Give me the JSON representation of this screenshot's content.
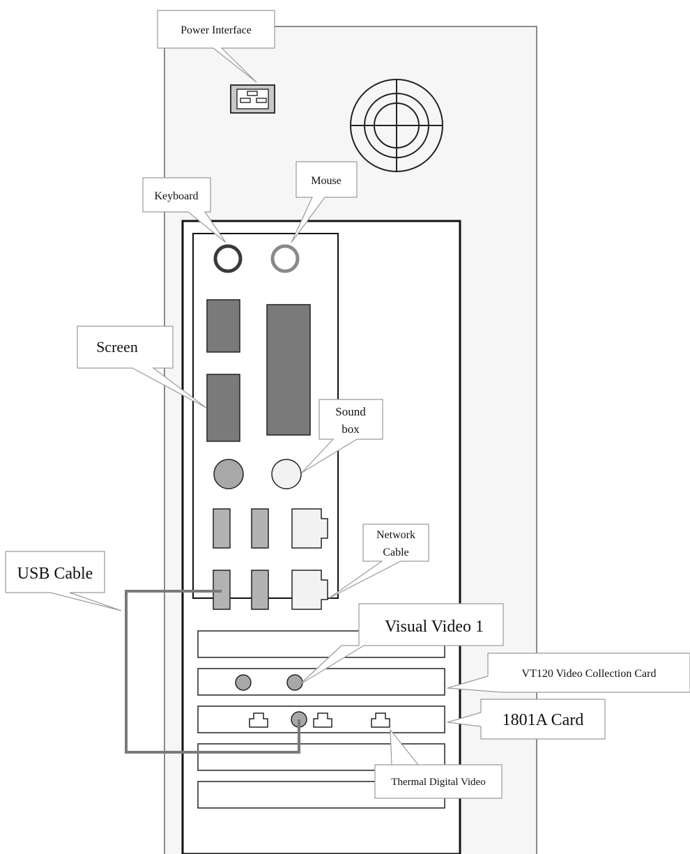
{
  "labels": {
    "power_interface": "Power Interface",
    "keyboard": "Keyboard",
    "mouse": "Mouse",
    "screen": "Screen",
    "sound_box_line1": "Sound",
    "sound_box_line2": "box",
    "network_cable_line1": "Network",
    "network_cable_line2": "Cable",
    "usb_cable": "USB Cable",
    "visual_video_1": "Visual Video 1",
    "vt120_card": "VT120 Video Collection Card",
    "card_1801a": "1801A Card",
    "thermal_digital_video": "Thermal Digital Video"
  }
}
